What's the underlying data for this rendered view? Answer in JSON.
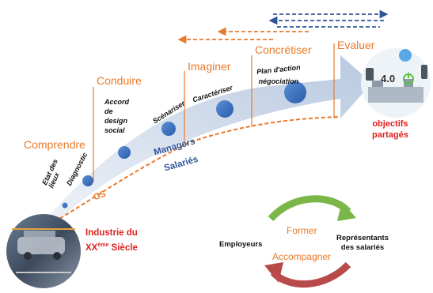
{
  "stages": [
    "Comprendre",
    "Conduire",
    "Imaginer",
    "Concrétiser",
    "Evaluer"
  ],
  "steps": {
    "etat": "Etat des lieux",
    "diagnostic": "Diagnostic",
    "accord": [
      "Accord",
      "de",
      "design",
      "social"
    ],
    "scenariser": "Scénariser",
    "caracteriser": "Caractériser",
    "plan": [
      "Plan d'action",
      "négociation"
    ]
  },
  "os_label": "OS",
  "managers": [
    "Managers",
    "Salariés"
  ],
  "start_label": {
    "line1": "Industrie du",
    "xx": "XX",
    "ordinal": "ème",
    "rest": " Siècle"
  },
  "goal_label": [
    "objectifs",
    "partagés"
  ],
  "goal_icon_text": "4.0",
  "cycle": {
    "top": "Former",
    "bottom": "Accompagner",
    "left": "Employeurs",
    "right": [
      "Représentants",
      "des salariés"
    ]
  },
  "colors": {
    "orange": "#e8792b",
    "blue": "#2f5597",
    "red": "#e02020",
    "arrow": "#c9d6e8",
    "green": "#7ab648",
    "darkred": "#b84a4a"
  }
}
